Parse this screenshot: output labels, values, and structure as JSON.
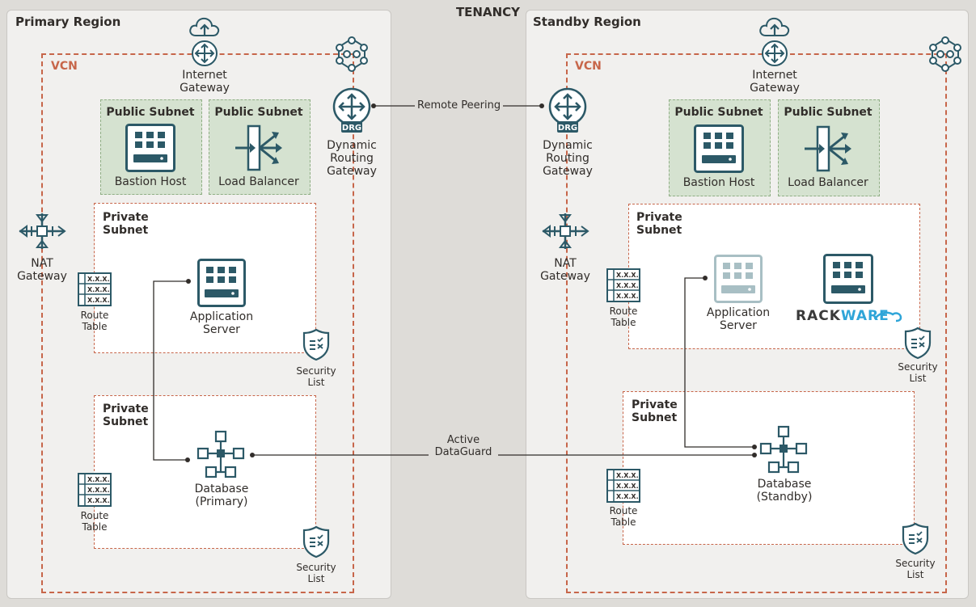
{
  "tenancy": "TENANCY",
  "primary": {
    "title": "Primary Region",
    "vcn": "VCN",
    "internet_gateway": "Internet\nGateway",
    "drg": "Dynamic\nRouting\nGateway",
    "drg_badge": "DRG",
    "nat_gateway": "NAT\nGateway",
    "public_subnets": [
      {
        "title": "Public Subnet",
        "label": "Bastion Host"
      },
      {
        "title": "Public Subnet",
        "label": "Load Balancer"
      }
    ],
    "private_app": {
      "title": "Private\nSubnet",
      "server": "Application\nServer",
      "route_table": "Route\nTable",
      "security_list": "Security\nList"
    },
    "private_db": {
      "title": "Private\nSubnet",
      "database": "Database\n(Primary)",
      "route_table": "Route\nTable",
      "security_list": "Security\nList"
    }
  },
  "standby": {
    "title": "Standby Region",
    "vcn": "VCN",
    "internet_gateway": "Internet\nGateway",
    "drg": "Dynamic\nRouting\nGateway",
    "drg_badge": "DRG",
    "nat_gateway": "NAT\nGateway",
    "public_subnets": [
      {
        "title": "Public Subnet",
        "label": "Bastion Host"
      },
      {
        "title": "Public Subnet",
        "label": "Load Balancer"
      }
    ],
    "private_app": {
      "title": "Private\nSubnet",
      "server": "Application\nServer",
      "rackware_logo": "RACKWARE",
      "route_table": "Route\nTable",
      "security_list": "Security\nList"
    },
    "private_db": {
      "title": "Private\nSubnet",
      "database": "Database\n(Standby)",
      "route_table": "Route\nTable",
      "security_list": "Security\nList"
    }
  },
  "connections": {
    "remote_peering": "Remote Peering",
    "dataguard": "Active\nDataGuard"
  },
  "route_table_cell": "X.X.X.",
  "colors": {
    "accent": "#c7664a",
    "icon": "#2c5967",
    "public_subnet": "#d5e2d0"
  }
}
